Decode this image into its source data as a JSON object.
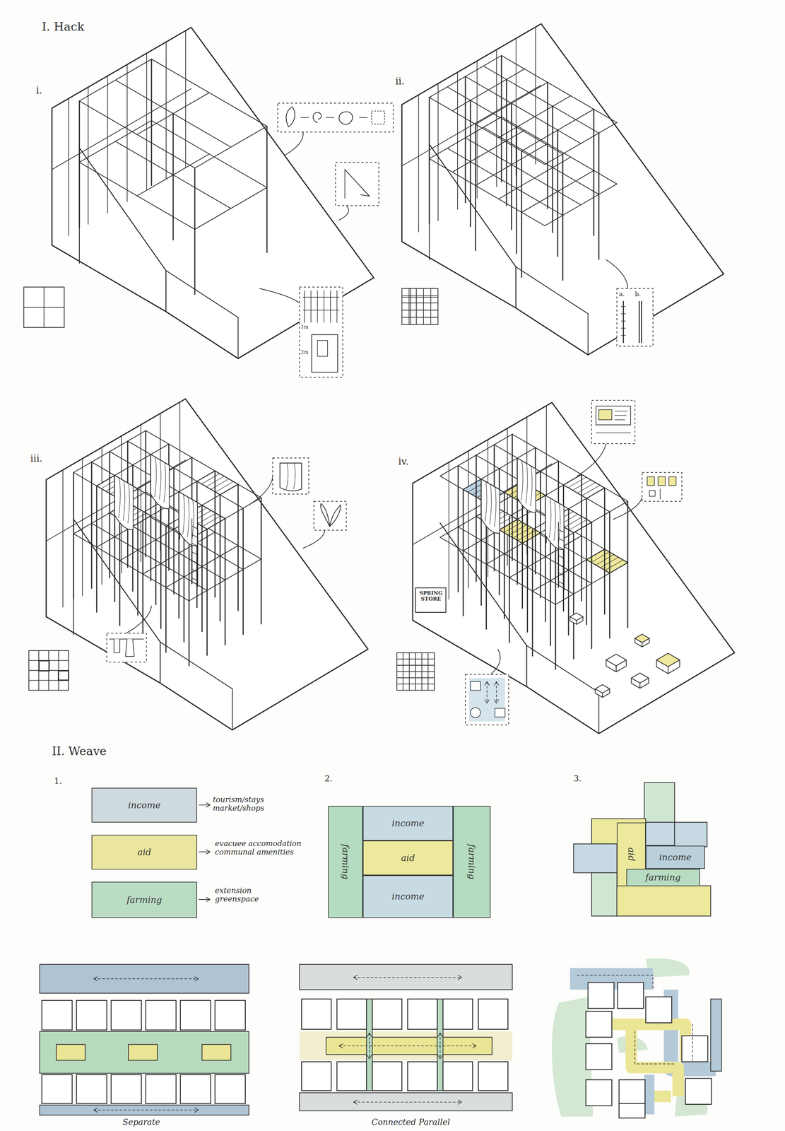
{
  "diagram": {
    "nodes": [
      {
        "text": [
          "income"
        ]
      },
      {
        "text": [
          "aid"
        ]
      },
      {
        "text": [
          "farming"
        ]
      },
      {
        "text": [
          "farming"
        ]
      },
      {
        "text": [
          "income"
        ]
      },
      {
        "text": [
          "aid"
        ]
      },
      {
        "text": [
          "income"
        ]
      },
      {
        "text": [
          "farming"
        ]
      },
      {
        "text": [
          "aid"
        ]
      },
      {
        "text": [
          "income"
        ]
      },
      {
        "text": [
          "farming"
        ]
      }
    ],
    "labels": [
      "I. Hack",
      "i.",
      "ii.",
      "iii.",
      "iv.",
      "a.",
      "b.",
      "1m",
      "2m",
      "SPRING STORE",
      "II. Weave",
      "1.",
      "2.",
      "3.",
      "tourism/stays market/shops",
      "evacuee accomodation communal amenities",
      "extension greenspace",
      "Separate",
      "Connected Parallel"
    ]
  }
}
